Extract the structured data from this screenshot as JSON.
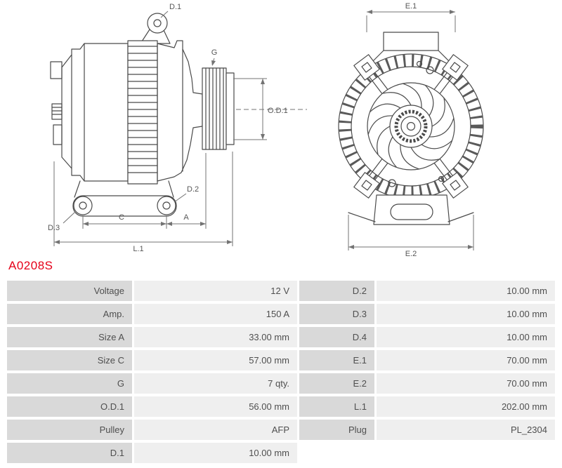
{
  "part_number": "A0208S",
  "colors": {
    "accent_red": "#e50019",
    "label_cell_bg": "#d9d9d9",
    "value_cell_bg": "#efefef",
    "text": "#4f4f4f",
    "line_art": "#4a4a4a"
  },
  "diagram": {
    "labels": {
      "d1": "D.1",
      "d2": "D.2",
      "d3": "D.3",
      "g": "G",
      "od1": "O.D.1",
      "c": "C",
      "a": "A",
      "l1": "L.1",
      "e1": "E.1",
      "e2": "E.2"
    }
  },
  "table": {
    "rows": [
      {
        "c0": "Voltage",
        "c1": "12 V",
        "c2": "D.2",
        "c3": "10.00 mm"
      },
      {
        "c0": "Amp.",
        "c1": "150 A",
        "c2": "D.3",
        "c3": "10.00 mm"
      },
      {
        "c0": "Size A",
        "c1": "33.00 mm",
        "c2": "D.4",
        "c3": "10.00 mm"
      },
      {
        "c0": "Size C",
        "c1": "57.00 mm",
        "c2": "E.1",
        "c3": "70.00 mm"
      },
      {
        "c0": "G",
        "c1": "7 qty.",
        "c2": "E.2",
        "c3": "70.00 mm"
      },
      {
        "c0": "O.D.1",
        "c1": "56.00 mm",
        "c2": "L.1",
        "c3": "202.00 mm"
      },
      {
        "c0": "Pulley",
        "c1": "AFP",
        "c2": "Plug",
        "c3": "PL_2304"
      },
      {
        "c0": "D.1",
        "c1": "10.00 mm",
        "c2": "",
        "c3": ""
      }
    ]
  }
}
